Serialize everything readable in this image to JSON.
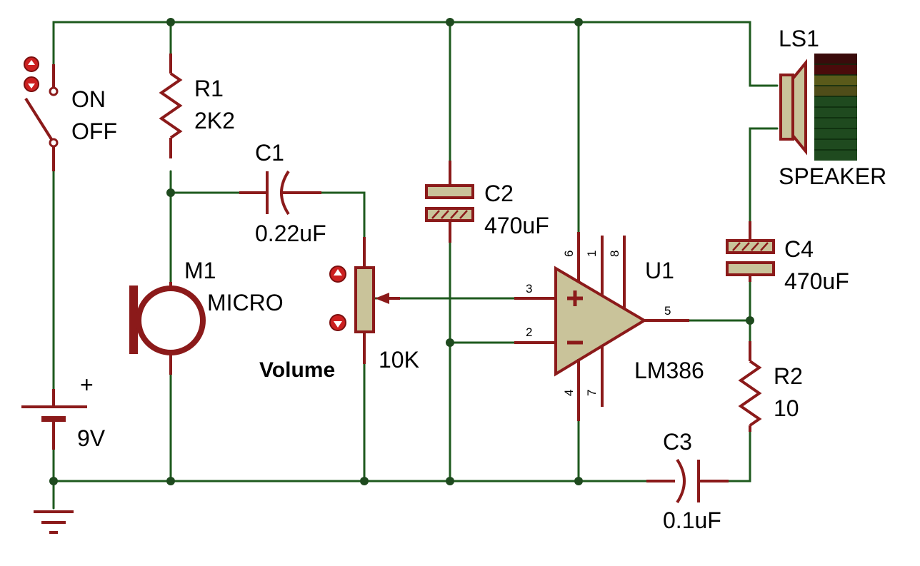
{
  "switch": {
    "label_on": "ON",
    "label_off": "OFF"
  },
  "r1": {
    "ref": "R1",
    "value": "2K2"
  },
  "r2": {
    "ref": "R2",
    "value": "10"
  },
  "c1": {
    "ref": "C1",
    "value": "0.22uF"
  },
  "c2": {
    "ref": "C2",
    "value": "470uF"
  },
  "c3": {
    "ref": "C3",
    "value": "0.1uF"
  },
  "c4": {
    "ref": "C4",
    "value": "470uF"
  },
  "mic": {
    "ref": "M1",
    "value": "MICRO"
  },
  "pot": {
    "label": "Volume",
    "value": "10K"
  },
  "battery": {
    "polarity": "+",
    "value": "9V"
  },
  "amp": {
    "ref": "U1",
    "value": "LM386",
    "pins": {
      "p3": "3",
      "p2": "2",
      "p5": "5",
      "p6": "6",
      "p1": "1",
      "p8": "8",
      "p4": "4",
      "p7": "7"
    }
  },
  "speaker": {
    "ref": "LS1",
    "value": "SPEAKER"
  },
  "colors": {
    "wire": "#1e5a1e",
    "component": "#8b1a1a",
    "body_fill": "#c9c39a"
  }
}
